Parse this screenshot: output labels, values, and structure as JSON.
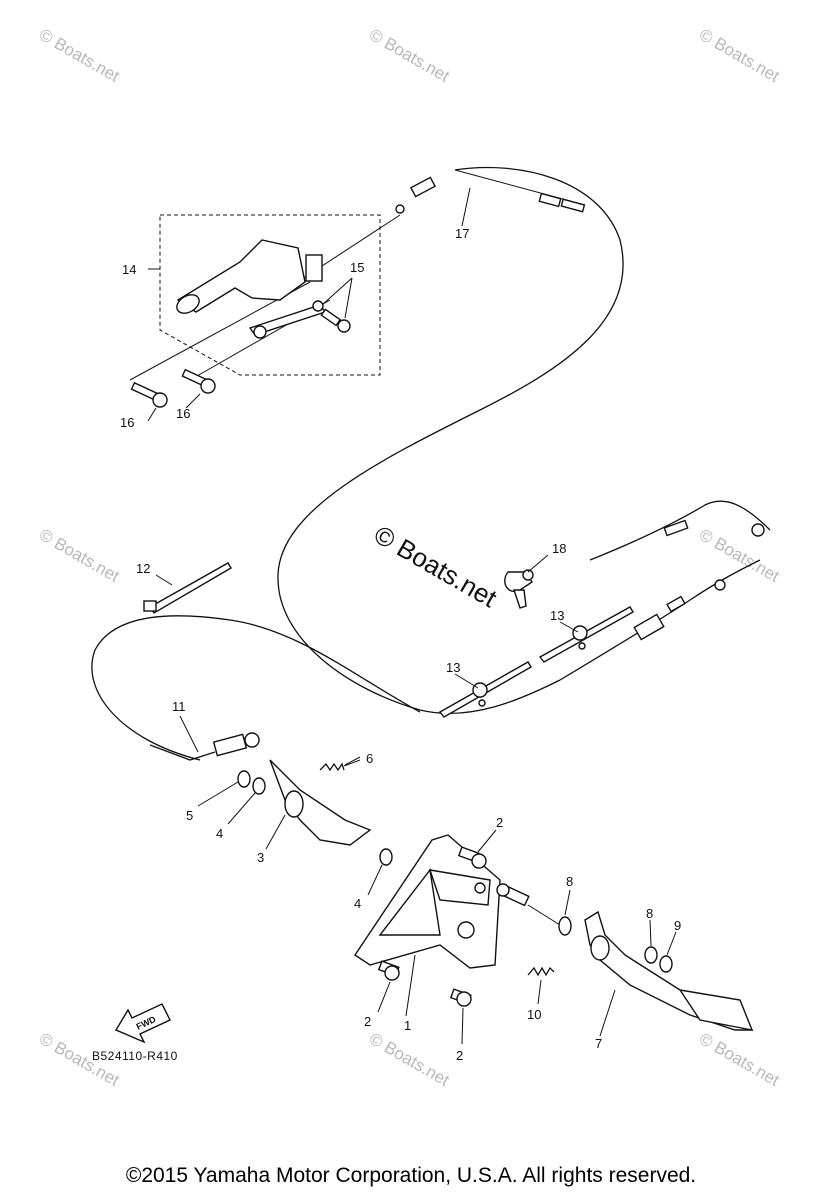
{
  "watermark": "© Boats.net",
  "center_watermark": "© Boats.net",
  "diagram_code": "B524110-R410",
  "fwd_label": "FWD",
  "copyright": "©2015 Yamaha Motor Corporation, U.S.A. All rights reserved.",
  "callouts": {
    "c1": "1",
    "c2a": "2",
    "c2b": "2",
    "c2c": "2",
    "c3": "3",
    "c4a": "4",
    "c4b": "4",
    "c5": "5",
    "c6": "6",
    "c7": "7",
    "c8a": "8",
    "c8b": "8",
    "c9": "9",
    "c10": "10",
    "c11": "11",
    "c12": "12",
    "c13a": "13",
    "c13b": "13",
    "c14": "14",
    "c15": "15",
    "c16a": "16",
    "c16b": "16",
    "c17": "17",
    "c18": "18"
  }
}
